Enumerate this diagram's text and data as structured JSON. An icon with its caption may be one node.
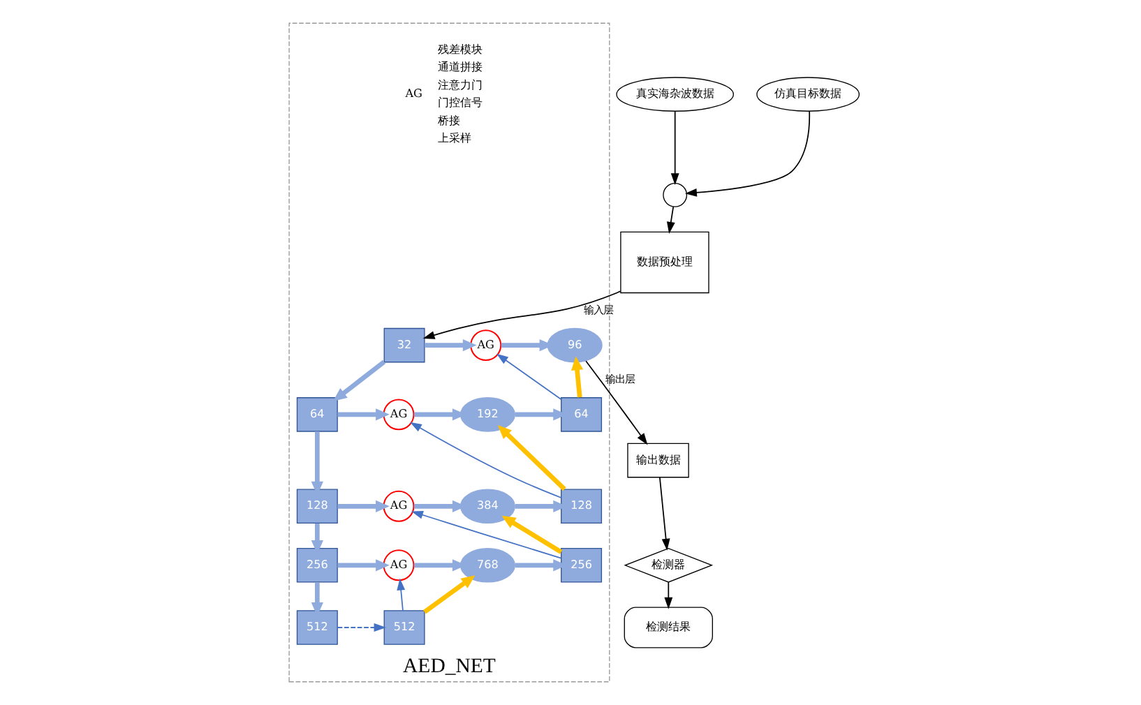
{
  "diagram": {
    "nodes": [
      {
        "text": [
          "数据预处理"
        ]
      },
      {
        "text": [],
        "shape": "circle"
      },
      {
        "text": [
          "真实海杂波数据"
        ]
      },
      {
        "text": [
          "仿真目标数据"
        ]
      },
      {
        "text": [
          "AED_NET"
        ]
      },
      {
        "text": [
          "32"
        ],
        "in": 4
      },
      {
        "text": [
          "64"
        ],
        "in": 4
      },
      {
        "text": [
          "128"
        ],
        "in": 4
      },
      {
        "text": [
          "256"
        ],
        "in": 4
      },
      {
        "text": [
          "512"
        ],
        "in": 4
      },
      {
        "text": [
          "512"
        ],
        "in": 4
      },
      {
        "text": [
          "AG"
        ],
        "in": 4
      },
      {
        "text": [
          "AG"
        ],
        "in": 4
      },
      {
        "text": [
          "AG"
        ],
        "in": 4
      },
      {
        "text": [
          "AG"
        ],
        "in": 4
      },
      {
        "text": [
          "96"
        ],
        "in": 4
      },
      {
        "text": [
          "192"
        ],
        "in": 4
      },
      {
        "text": [
          "384"
        ],
        "in": 4
      },
      {
        "text": [
          "768"
        ],
        "in": 4
      },
      {
        "text": [
          "64"
        ],
        "in": 4
      },
      {
        "text": [
          "128"
        ],
        "in": 4
      },
      {
        "text": [
          "256"
        ],
        "in": 4
      },
      {
        "text": [
          "输出数据"
        ]
      },
      {
        "text": [
          "检测器"
        ]
      },
      {
        "text": [
          "检测结果"
        ]
      }
    ],
    "edges": [
      {
        "from": 2,
        "to": 1,
        "arrow": "to",
        "color": "#000000"
      },
      {
        "from": 3,
        "to": 1,
        "arrow": "to",
        "color": "#000000"
      },
      {
        "from": 1,
        "to": 0,
        "arrow": "to",
        "color": "#000000"
      },
      {
        "from": 0,
        "to": 5,
        "arrow": "to",
        "label": "输入层",
        "color": "#000000"
      },
      {
        "from": 5,
        "to": 6,
        "arrow": "to"
      },
      {
        "from": 6,
        "to": 7,
        "arrow": "to"
      },
      {
        "from": 7,
        "to": 8,
        "arrow": "to"
      },
      {
        "from": 8,
        "to": 9,
        "arrow": "to"
      },
      {
        "from": 5,
        "to": 11,
        "arrow": "to"
      },
      {
        "from": 11,
        "to": 15,
        "arrow": "to"
      },
      {
        "from": 6,
        "to": 12,
        "arrow": "to"
      },
      {
        "from": 12,
        "to": 16,
        "arrow": "to"
      },
      {
        "from": 16,
        "to": 19,
        "arrow": "to"
      },
      {
        "from": 7,
        "to": 13,
        "arrow": "to"
      },
      {
        "from": 13,
        "to": 17,
        "arrow": "to"
      },
      {
        "from": 17,
        "to": 20,
        "arrow": "to"
      },
      {
        "from": 8,
        "to": 14,
        "arrow": "to"
      },
      {
        "from": 14,
        "to": 18,
        "arrow": "to"
      },
      {
        "from": 18,
        "to": 21,
        "arrow": "to"
      },
      {
        "from": 9,
        "to": 10,
        "arrow": "to",
        "style": "dashed",
        "color": "#4472c4"
      },
      {
        "from": 10,
        "to": 18,
        "arrow": "to",
        "color": "#ffc000"
      },
      {
        "from": 21,
        "to": 17,
        "arrow": "to",
        "color": "#ffc000"
      },
      {
        "from": 20,
        "to": 16,
        "arrow": "to",
        "color": "#ffc000"
      },
      {
        "from": 19,
        "to": 15,
        "arrow": "to",
        "color": "#ffc000"
      },
      {
        "from": 10,
        "to": 14,
        "arrow": "to",
        "color": "#4472c4"
      },
      {
        "from": 21,
        "to": 13,
        "arrow": "to",
        "color": "#4472c4"
      },
      {
        "from": 20,
        "to": 12,
        "arrow": "to",
        "color": "#4472c4"
      },
      {
        "from": 19,
        "to": 11,
        "arrow": "to",
        "color": "#4472c4"
      },
      {
        "from": 15,
        "to": 22,
        "arrow": "to",
        "label": "输出层",
        "color": "#000000"
      },
      {
        "from": 22,
        "to": 23,
        "arrow": "to",
        "color": "#000000"
      },
      {
        "from": 23,
        "to": 24,
        "arrow": "to",
        "color": "#000000"
      }
    ],
    "labels": [
      "AG"
    ],
    "legend": [
      {
        "text": "残差模块"
      },
      {
        "text": "通道拼接"
      },
      {
        "text": "注意力门"
      },
      {
        "text": "门控信号"
      },
      {
        "text": "桥接"
      },
      {
        "text": "上采样"
      }
    ]
  }
}
